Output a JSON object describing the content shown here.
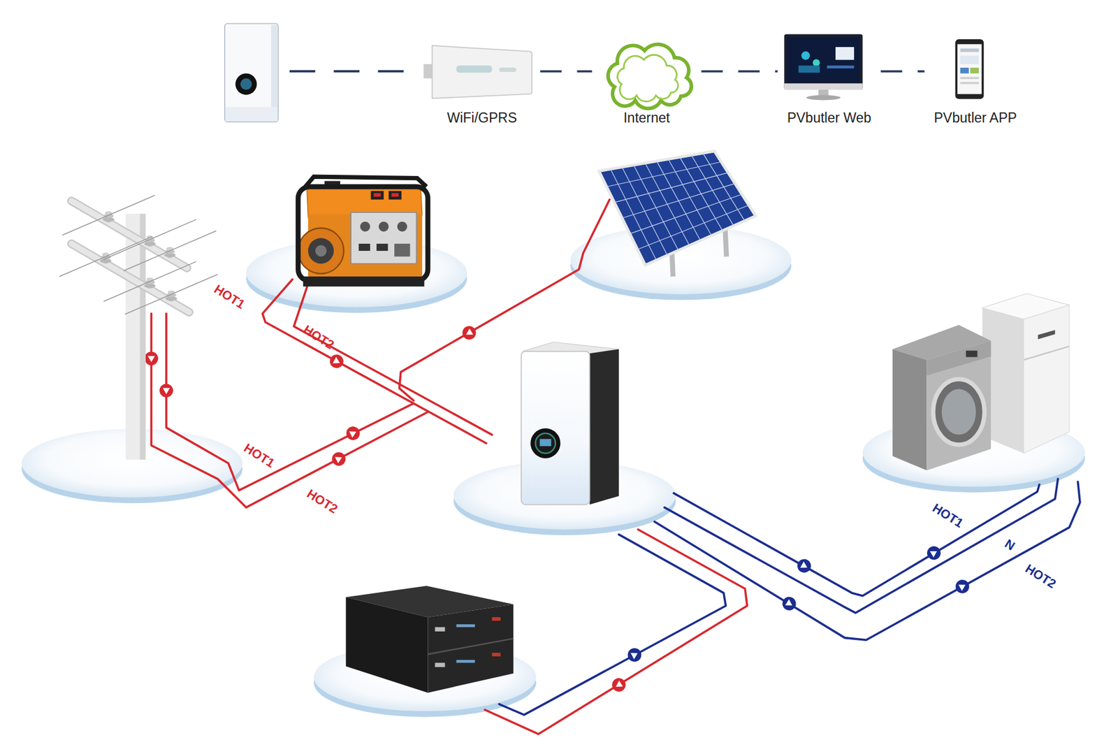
{
  "diagram": {
    "nodes": [
      {
        "text": [
          "WiFi/GPRS"
        ]
      },
      {
        "text": [
          "Internet"
        ]
      },
      {
        "text": [
          "PVbutler Web"
        ]
      },
      {
        "text": [
          "PVbutler APP"
        ]
      }
    ],
    "edges": [
      {
        "from": 0,
        "to": 1,
        "arrow": "none"
      },
      {
        "from": 1,
        "to": 2,
        "arrow": "none"
      },
      {
        "from": 2,
        "to": 3,
        "arrow": "none"
      }
    ],
    "labels": [
      "HOT1",
      "HOT2",
      "HOT1",
      "HOT2",
      "HOT1",
      "N",
      "HOT2"
    ]
  }
}
